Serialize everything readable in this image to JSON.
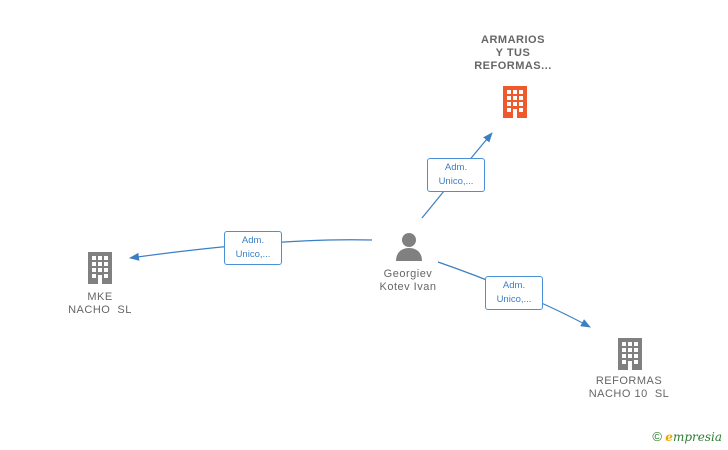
{
  "nodes": {
    "armarios": {
      "lines": [
        "ARMARIOS",
        "Y TUS",
        "REFORMAS..."
      ],
      "color": "#ee5a2c"
    },
    "mke": {
      "lines": [
        "MKE",
        "NACHO  SL"
      ],
      "color": "#808080"
    },
    "reformas": {
      "lines": [
        "REFORMAS",
        "NACHO 10  SL"
      ],
      "color": "#808080"
    },
    "person": {
      "lines": [
        "Georgiev",
        "Kotev Ivan"
      ],
      "color": "#808080"
    }
  },
  "edges": {
    "to_armarios": {
      "lines": [
        "Adm.",
        "Unico,..."
      ]
    },
    "to_mke": {
      "lines": [
        "Adm.",
        "Unico,..."
      ]
    },
    "to_reformas": {
      "lines": [
        "Adm.",
        "Unico,..."
      ]
    }
  },
  "colors": {
    "edge": "#3a7fc4"
  },
  "brand": {
    "copyright": "©",
    "initial": "e",
    "rest": "mpresia"
  }
}
